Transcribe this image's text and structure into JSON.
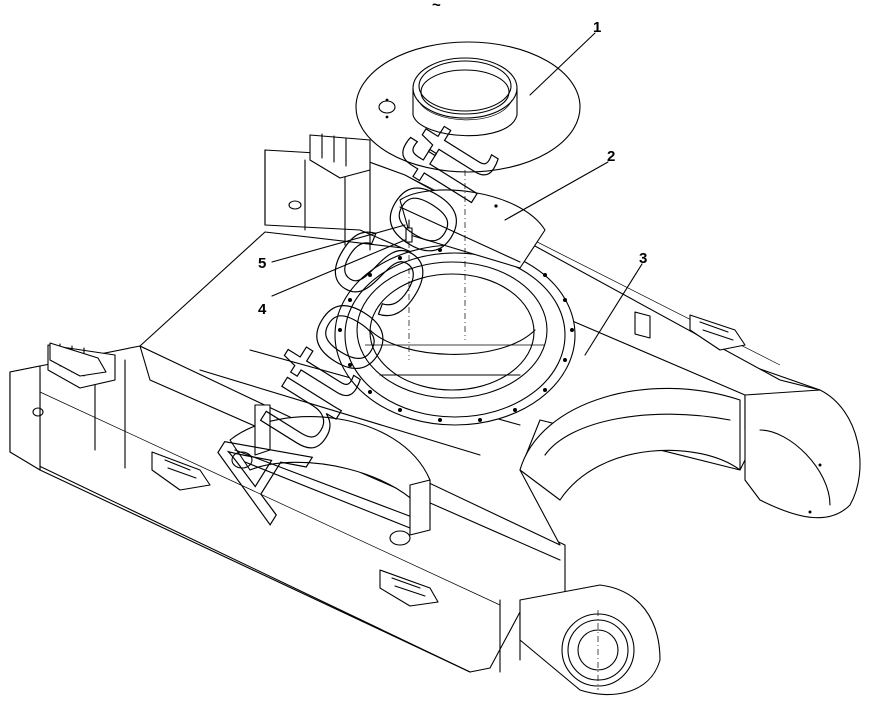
{
  "diagram": {
    "callouts": [
      {
        "id": "1",
        "label": "1"
      },
      {
        "id": "2",
        "label": "2"
      },
      {
        "id": "3",
        "label": "3"
      },
      {
        "id": "4",
        "label": "4"
      },
      {
        "id": "5",
        "label": "5"
      }
    ],
    "watermark": "AutoSoft",
    "top_mark": "~"
  }
}
